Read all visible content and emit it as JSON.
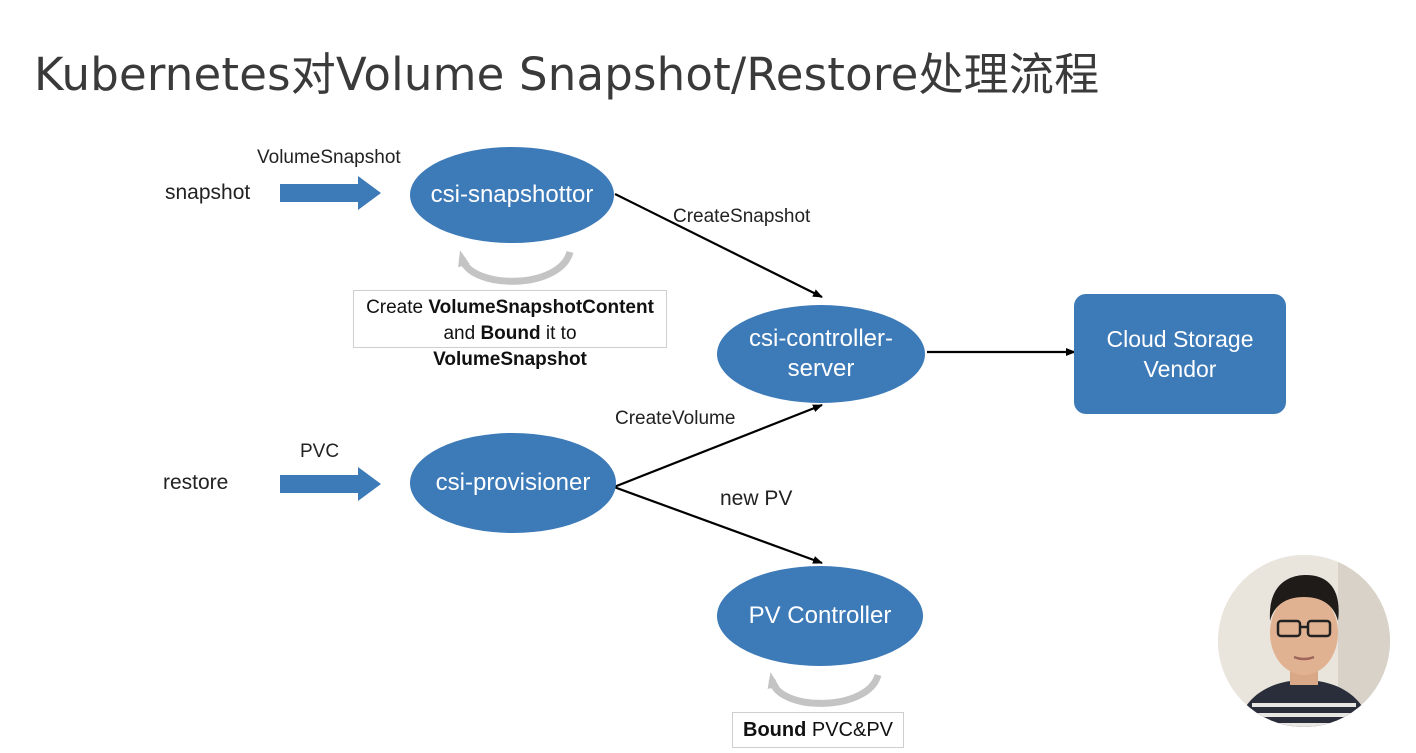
{
  "title": "Kubernetes对Volume Snapshot/Restore处理流程",
  "labels": {
    "snapshot": "snapshot",
    "restore": "restore",
    "volumesnapshot": "VolumeSnapshot",
    "pvc": "PVC",
    "create_snapshot": "CreateSnapshot",
    "create_volume": "CreateVolume",
    "new_pv": "new PV"
  },
  "nodes": {
    "snapshotter": "csi-snapshottor",
    "controller_line1": "csi-controller-",
    "controller_line2": "server",
    "provisioner": "csi-provisioner",
    "pv_controller": "PV Controller",
    "vendor_line1": "Cloud Storage",
    "vendor_line2": "Vendor"
  },
  "snapshot_note": {
    "l1_a": "Create ",
    "l1_b": "VolumeSnapshotContent",
    "l2_a": "and ",
    "l2_b": "Bound",
    "l2_c": " it to ",
    "l2_d": "VolumeSnapshot"
  },
  "bound_note": {
    "a": "Bound",
    "b": " PVC&PV"
  },
  "colors": {
    "node_fill": "#3d7ab8",
    "arrow_fill": "#3d7ab8",
    "loop_arrow": "#c4c4c4"
  }
}
